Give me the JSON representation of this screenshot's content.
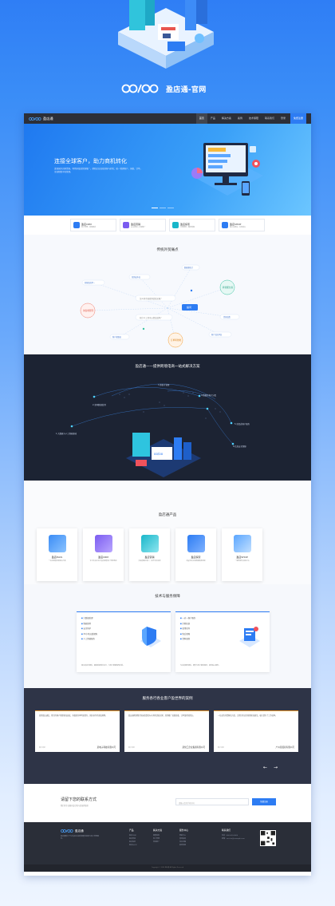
{
  "hero": {
    "brand": "盈店通-官网"
  },
  "nav": {
    "logo_text": "盈店通",
    "links": [
      "首页",
      "产品",
      "解决方案",
      "案例",
      "技术保障",
      "联系我们",
      "登录"
    ],
    "cta": "免费注册"
  },
  "banner": {
    "headline": "连接全球客户，助力商机转化",
    "desc": "发现国外买家资源，利用多渠道营销推广，帮助企业高效获客与转化；统一管理客户、询盘、订单，全流程数字化管理。"
  },
  "strip": [
    {
      "title": "盈店CRM",
      "desc": "客户管理 | 询盘跟进",
      "color": "#2d7cf3"
    },
    {
      "title": "盈店营销",
      "desc": "EDM营销 | 社媒推广",
      "color": "#7b5cf0"
    },
    {
      "title": "盈店探索",
      "desc": "全网搜索 | 精准挖掘",
      "color": "#18b6c9"
    },
    {
      "title": "盈店SHOP",
      "desc": "独立站建站 | 在线成交",
      "color": "#2d7cf3"
    }
  ],
  "pain": {
    "title": "传统外贸痛点",
    "center": "提问",
    "bubbles": {
      "a": "怎么样才能找到优质买家？",
      "b": "有什么工具可以提高效率？",
      "c": "转化能力弱",
      "d": "询盘难管理",
      "e": "数据难统计",
      "f": "订单转化难",
      "g": "营销成本高",
      "h": "获客渠道单一",
      "i": "客户难跟进",
      "j": "资源浪费",
      "k": "客户流失率高"
    }
  },
  "solution": {
    "title": "盈店通——提供跨境电商一站式解决方案",
    "points": [
      "1.大数据与人工智能驱动",
      "2.全网数据监测",
      "3.多账号管理",
      "4.精细化客户分类",
      "5.全渠道客户服务",
      "6.信息安全保障"
    ]
  },
  "products": {
    "title": "盈店通产品",
    "items": [
      {
        "name": "盈店PLUS",
        "desc": "一站式智能获客解决方案",
        "color": "#3b8cf5"
      },
      {
        "name": "盈店CRM",
        "desc": "专为外贸企业打造的智能客户管理系统",
        "color": "#7b5cf0"
      },
      {
        "name": "盈店营销",
        "desc": "多渠道触达客户，提升转化效率",
        "color": "#18b6c9"
      },
      {
        "name": "盈店探索",
        "desc": "海量全球买家数据精准挖掘",
        "color": "#2d7cf3"
      },
      {
        "name": "盈店SHOP",
        "desc": "一键搭建外贸独立站",
        "color": "#5aa6ff"
      }
    ]
  },
  "tech": {
    "title": "技术与服务保障",
    "left": [
      "大数据处理",
      "智能推荐",
      "安全防护",
      "24小时运维保障",
      "人工智能服务"
    ],
    "left_foot": "强大的技术团队，确保系统稳定运行，为客户数据保驾护航。",
    "right": [
      "一对一客户服务",
      "定期培训",
      "使用指导",
      "售后保障",
      "资料更新"
    ],
    "right_foot": "专业的服务团队，随时为客户解答疑问，提供贴心服务。"
  },
  "cases": {
    "title": "服务各行各业客户盈世界的案例",
    "items": [
      {
        "text": "使用盈店通后，我们的客户管理更加高效，询盘转化率明显提升，团队协作也更加顺畅。",
        "who": "客户评价",
        "company": "某电子科技有限公司"
      },
      {
        "text": "盈店通帮助我们快速找到目标市场的优质买家，营销推广效果显著，订单量持续增长。",
        "who": "客户评价",
        "company": "某化工企业集团有限公司"
      },
      {
        "text": "一站式的外贸解决方案，让我们的业务管理更加规范，极大提升了工作效率。",
        "who": "客户评价",
        "company": "广州某贸易有限公司"
      }
    ]
  },
  "contact": {
    "title": "请留下您的联系方式",
    "sub": "我们的专业顾问会尽快与您取得联系",
    "placeholder": "请输入您的手机号码",
    "button": "免费注册"
  },
  "footer": {
    "logo_text": "盈店通",
    "desc": "盈店通致力于为外贸企业提供智能化获客与客户管理服务。",
    "cols": [
      {
        "h": "产品",
        "items": [
          "盈店CRM",
          "盈店营销",
          "盈店探索",
          "盈店SHOP"
        ]
      },
      {
        "h": "解决方案",
        "items": [
          "智能获客",
          "客户管理",
          "营销推广"
        ]
      },
      {
        "h": "服务中心",
        "items": [
          "帮助中心",
          "使用指南",
          "常见问题",
          "联系客服"
        ]
      },
      {
        "h": "联系我们",
        "items": [
          "电话：400-000-0000",
          "邮箱：service@example.com"
        ]
      }
    ],
    "copyright": "Copyright © 2020 盈店通 All Rights Reserved"
  }
}
